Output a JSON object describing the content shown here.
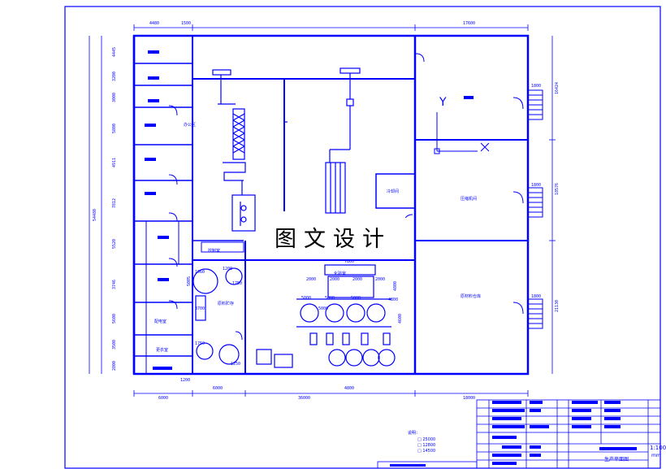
{
  "watermark": "图文设计",
  "colors": {
    "line": "#0000ff",
    "background": "#ffffff",
    "watermark": "#000000"
  },
  "dimensions": {
    "top": [
      "4480",
      "1500",
      "17600"
    ],
    "bottom": [
      "6000",
      "6000",
      "4800",
      "36000",
      "18000",
      "1200"
    ],
    "left_total": "54480",
    "left": [
      "4445",
      "3200",
      "3000",
      "5800",
      "4911",
      "7812",
      "5520",
      "3746",
      "5600",
      "3500",
      "2800"
    ],
    "right": [
      "16424",
      "18576",
      "21130"
    ],
    "equipment": [
      "1800",
      "1800",
      "1800",
      "7800",
      "5000",
      "5000",
      "5000",
      "5000",
      "4800",
      "4600",
      "4800",
      "1060",
      "1200",
      "1750",
      "1750",
      "5005",
      "3700",
      "1250",
      "2000",
      "2000",
      "2000",
      "2000"
    ]
  },
  "rooms": {
    "center_right": "压缩机间",
    "room_small": "冷却间",
    "right_big": "原材料仓库",
    "lab": "化验室",
    "office": "控制室",
    "store": "原料贮存",
    "left_bottom": "配电室",
    "left_small": "更衣室",
    "left_col": "办公区"
  },
  "axis": {
    "y": "Y",
    "x": "X"
  },
  "title_block": {
    "drawing_title": "生产平面图",
    "scale": "1:100",
    "unit": "mm",
    "legend_title": "说明：",
    "legend_items": [
      "□ 25000",
      "□ 12800",
      "□ 14500"
    ]
  }
}
